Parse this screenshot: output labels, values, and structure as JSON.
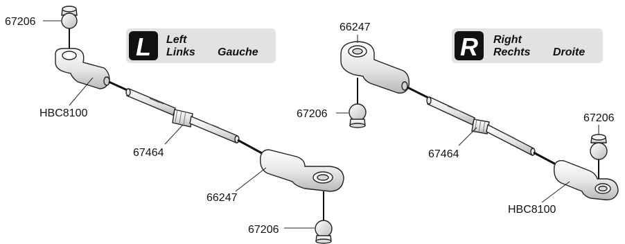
{
  "left": {
    "letter": "L",
    "name_en": "Left",
    "name_de": "Links",
    "name_fr": "Gauche",
    "parts": {
      "ball_top": "67206",
      "rod_end_top": "HBC8100",
      "turnbuckle": "67464",
      "rod_end_bottom": "66247",
      "ball_bottom": "67206"
    }
  },
  "right": {
    "letter": "R",
    "name_en": "Right",
    "name_de": "Rechts",
    "name_fr": "Droite",
    "parts": {
      "rod_end_top": "66247",
      "ball_left": "67206",
      "turnbuckle": "67464",
      "ball_right": "67206",
      "rod_end_bottom": "HBC8100"
    }
  },
  "colors": {
    "badge_bg": "#e2e2e2",
    "letter_bg": "#111111",
    "part_fill": "#f7f7f7",
    "part_shade": "#d6d6d6",
    "line": "#222222"
  }
}
